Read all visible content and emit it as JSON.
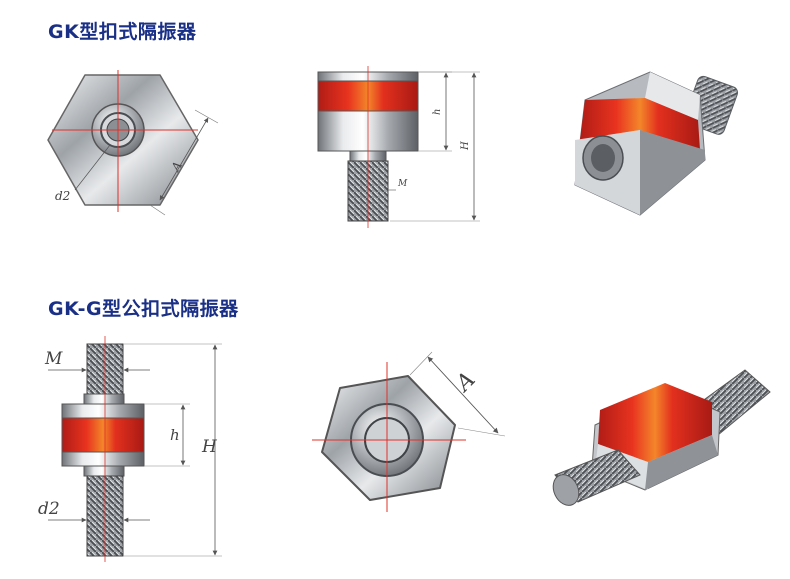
{
  "sections": [
    {
      "title": "GK型扣式隔振器",
      "labels": {
        "A": "A",
        "d2": "d2",
        "h": "h",
        "H": "H",
        "M": "M"
      }
    },
    {
      "title": "GK-G型公扣式隔振器",
      "labels": {
        "M": "M",
        "h": "h",
        "H": "H",
        "d2": "d2",
        "A": "A"
      }
    }
  ],
  "colors": {
    "title": "#1a2f86",
    "rubber": "#d8261e",
    "metal": "#c9ccd0",
    "dimension_line": "#555555",
    "center_line": "#e0302a"
  }
}
